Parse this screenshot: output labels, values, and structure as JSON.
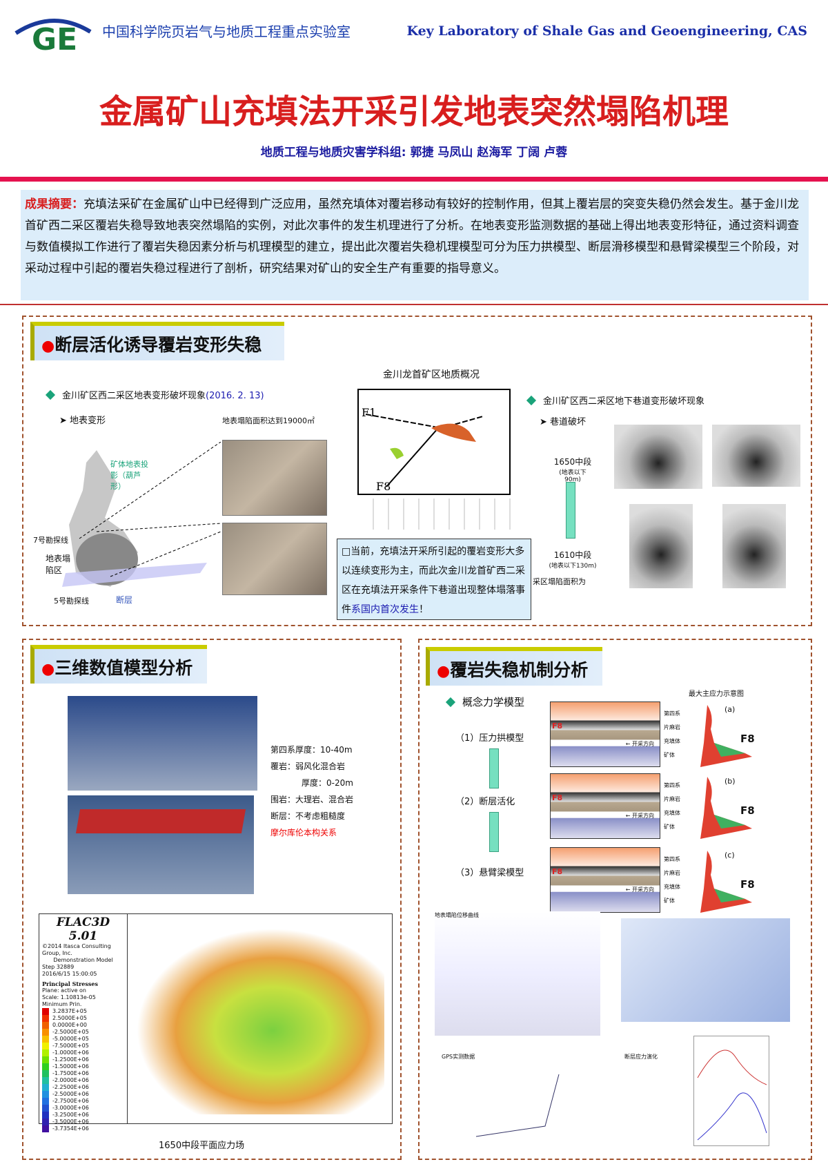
{
  "header": {
    "logo_text": "GE",
    "lab_cn": "中国科学院页岩气与地质工程重点实验室",
    "lab_en": "Key Laboratory of Shale Gas and Geoengineering, CAS"
  },
  "title": "金属矿山充填法开采引发地表突然塌陷机理",
  "authors": "地质工程与地质灾害学科组: 郭捷 马凤山 赵海军 丁阔 卢蓉",
  "abstract": {
    "label": "成果摘要：",
    "text": "充填法采矿在金属矿山中已经得到广泛应用，虽然充填体对覆岩移动有较好的控制作用，但其上覆岩层的突变失稳仍然会发生。基于金川龙首矿西二采区覆岩失稳导致地表突然塌陷的实例，对此次事件的发生机理进行了分析。在地表变形监测数据的基础上得出地表变形特征，通过资料调查与数值模拟工作进行了覆岩失稳因素分析与机理模型的建立，提出此次覆岩失稳机理模型可分为压力拱模型、断层滑移模型和悬臂梁模型三个阶段，对采动过程中引起的覆岩失稳过程进行了剖析，研究结果对矿山的安全生产有重要的指导意义。"
  },
  "section1": {
    "title": "断层活化诱导覆岩变形失稳",
    "surface_heading": "金川矿区西二采区地表变形破坏现象",
    "surface_date": "(2016. 2. 13)",
    "surface_sub": "地表变形",
    "area_note": "地表塌陷面积达到19000㎡",
    "ore_label": "矿体地表投影（葫芦形）",
    "line7": "7号勘探线",
    "collapse_zone": "地表塌陷区",
    "line5": "5号勘探线",
    "fault": "断层",
    "map_title": "金川龙首矿区地质概况",
    "map_f1": "F1",
    "map_f8": "F8",
    "note_text": "□当前，充填法开采所引起的覆岩变形大多以连续变形为主，而此次金川龙首矿西二采区在充填法开采条件下巷道出现整体塌落事件",
    "note_highlight": "系国内首次发生",
    "note_end": "！",
    "tunnel_heading": "金川矿区西二采区地下巷道变形破坏现象",
    "tunnel_sub": "巷道破坏",
    "level1": "1650中段",
    "level1_depth": "(地表以下90m)",
    "level2": "1610中段",
    "level2_depth": "(地表以下130m)",
    "area_label": "采区塌陷面积为"
  },
  "section2": {
    "title": "三维数值模型分析",
    "props": [
      "第四系厚度：10-40m",
      "覆岩：弱风化混合岩",
      "厚度：0-20m",
      "围岩：大理岩、混合岩",
      "断层：不考虑粗糙度"
    ],
    "prop_red": "摩尔库伦本构关系",
    "flac": {
      "title": "FLAC3D 5.01",
      "copyright": "©2014 Itasca Consulting Group, Inc.",
      "model": "Demonstration Model",
      "step": "Step 32889",
      "date": "2016/6/15 15:00:05",
      "heading": "Principal Stresses",
      "plane": "Plane: active on",
      "scale": "Scale: 1.10813e-05",
      "min": "Minimum Prin.",
      "legend": [
        "3.2837E+05",
        "2.5000E+05",
        "0.0000E+00",
        "-2.5000E+05",
        "-5.0000E+05",
        "-7.5000E+05",
        "-1.0000E+06",
        "-1.2500E+06",
        "-1.5000E+06",
        "-1.7500E+06",
        "-2.0000E+06",
        "-2.2500E+06",
        "-2.5000E+06",
        "-2.7500E+06",
        "-3.0000E+06",
        "-3.2500E+06",
        "-3.5000E+06",
        "-3.7354E+06"
      ],
      "colors": [
        "#e00000",
        "#f03000",
        "#f06000",
        "#f89000",
        "#f8c000",
        "#f0f000",
        "#b0f000",
        "#70e000",
        "#30d020",
        "#20c060",
        "#20c0a0",
        "#20b0d0",
        "#2090e0",
        "#2070e0",
        "#2050d0",
        "#2030c0",
        "#3020b0",
        "#4010a0"
      ]
    },
    "caption": "1650中段平面应力场"
  },
  "section3": {
    "title": "覆岩失稳机制分析",
    "concept": "概念力学模型",
    "stress_title": "最大主应力示意图",
    "steps": [
      "（1）压力拱模型",
      "（2）断层活化",
      "（3）悬臂梁模型"
    ],
    "layers": [
      "第四系",
      "片麻岩",
      "充填体",
      "矿体"
    ],
    "direction": "开采方向",
    "fault": "F8",
    "panels": [
      "(a)",
      "(b)",
      "(c)"
    ],
    "chart_labels": [
      "地表塌陷位移曲线",
      "GPS实测数据",
      "断层应力演化"
    ]
  }
}
